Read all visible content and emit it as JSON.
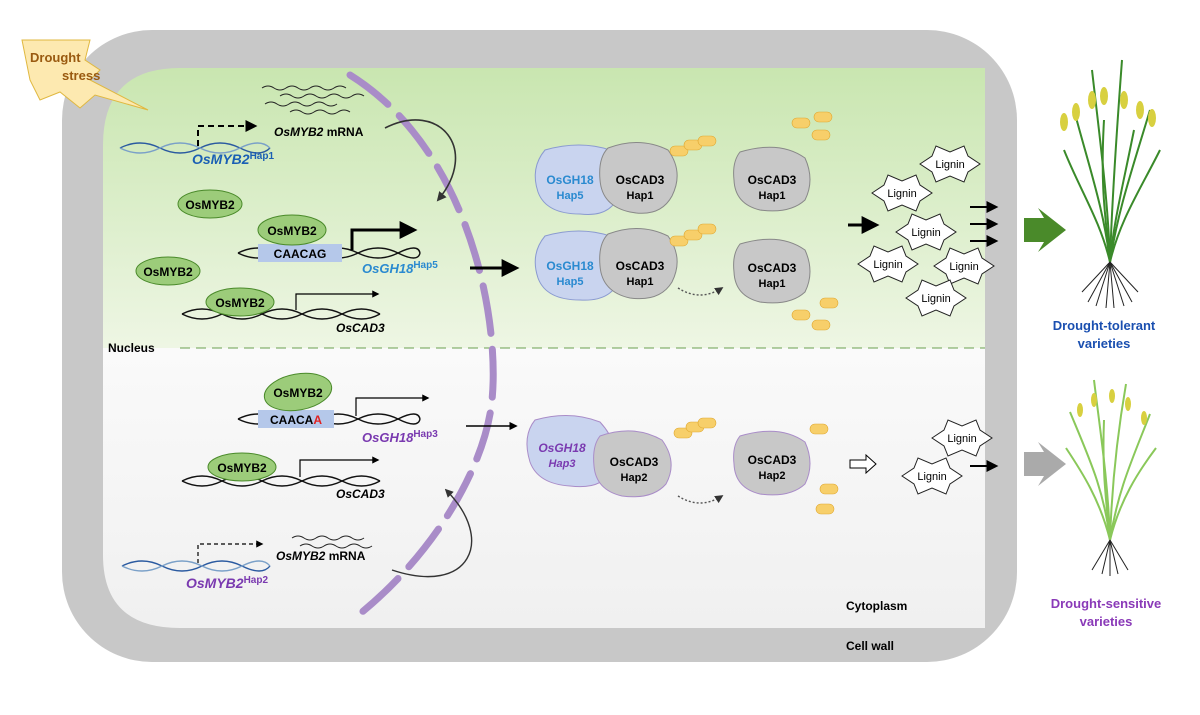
{
  "labels": {
    "drought_1": "Drought",
    "drought_2": "stress",
    "nucleus": "Nucleus",
    "cytoplasm": "Cytoplasm",
    "cell_wall": "Cell wall"
  },
  "top": {
    "myb2_gene": "OsMYB2",
    "myb2_hap": "Hap1",
    "mrna_gene": "OsMYB2",
    "mrna_word": " mRNA",
    "protein": "OsMYB2",
    "motif": "CAACAG",
    "gh18_gene": "OsGH18",
    "gh18_hap": "Hap5",
    "cad3_gene": "OsCAD3",
    "gh18_protein": "OsGH18",
    "gh18_protein_hap": "Hap5",
    "cad3_protein": "OsCAD3",
    "cad3_protein_hap": "Hap1",
    "lignin": "Lignin",
    "phenotype_1": "Drought-tolerant",
    "phenotype_2": "varieties"
  },
  "bottom": {
    "protein": "OsMYB2",
    "motif_prefix": "CAACA",
    "motif_variant": "A",
    "gh18_gene": "OsGH18",
    "gh18_hap": "Hap3",
    "cad3_gene": "OsCAD3",
    "mrna_gene": "OsMYB2",
    "mrna_word": " mRNA",
    "myb2_gene": "OsMYB2",
    "myb2_hap": "Hap2",
    "gh18_protein": "OsGH18",
    "gh18_protein_hap": "Hap3",
    "cad3_protein": "OsCAD3",
    "cad3_protein_hap": "Hap2",
    "lignin": "Lignin",
    "phenotype_1": "Drought-sensitive",
    "phenotype_2": "varieties"
  },
  "colors": {
    "nucleus_green": "#d6ecc0",
    "protein_green": "#9ccc7a",
    "gh18_blue": "#c9d4ef",
    "cad3_gray": "#c8c8c8",
    "membrane_purple": "#a98cc8",
    "hap1_blue": "#1a5fb4",
    "hap5_blue": "#2a8ad0",
    "hap_purple": "#7a3ab0",
    "variant_red": "#e02020",
    "tolerant_blue": "#1a4fb0",
    "sensitive_purple": "#8a3ab8",
    "arrow_green": "#4a8a2a",
    "arrow_gray": "#aaaaaa",
    "yellow": "#f7cf6a"
  }
}
